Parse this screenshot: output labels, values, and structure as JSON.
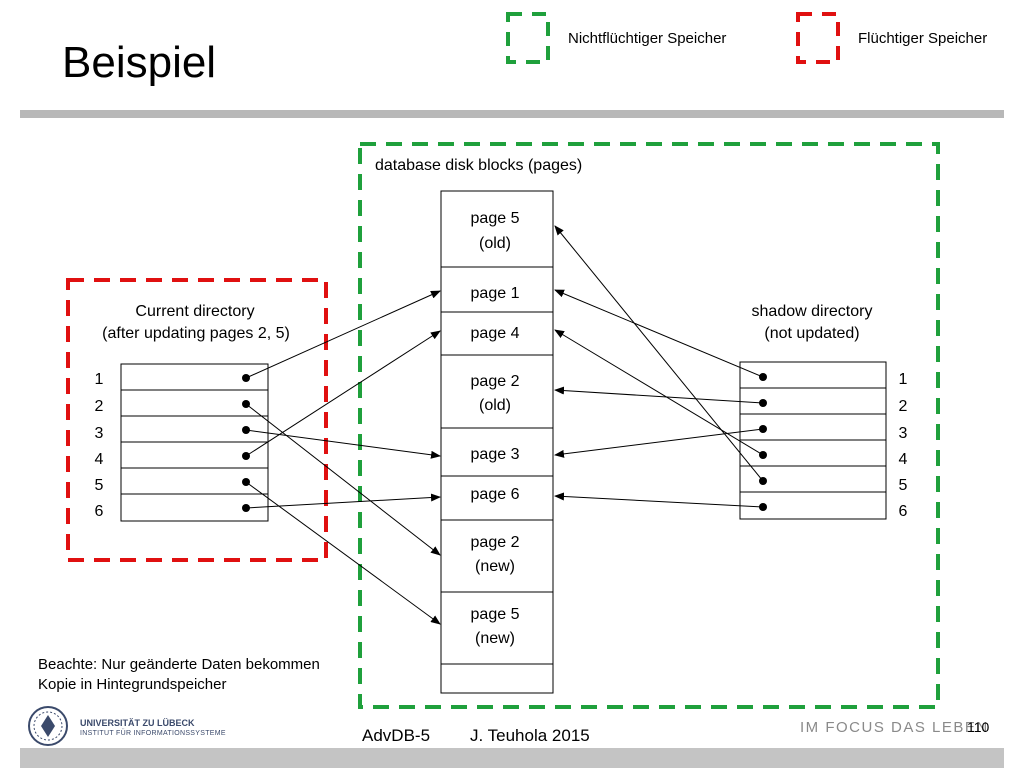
{
  "slide": {
    "title": "Beispiel",
    "legend": {
      "nonvolatile_label": "Nichtflüchtiger Speicher",
      "volatile_label": "Flüchtiger Speicher",
      "nonvolatile_color": "#1fa03c",
      "volatile_color": "#e01010"
    },
    "note_line1": "Beachte: Nur geänderte Daten bekommen",
    "note_line2": "Kopie in Hintegrundspeicher",
    "footer": {
      "course": "AdvDB-5",
      "author": "J. Teuhola 2015",
      "slogan": "IM FOCUS DAS LEBEN",
      "page_number": "110",
      "university": "UNIVERSITÄT ZU LÜBECK",
      "institute": "INSTITUT FÜR INFORMATIONSSYSTEME",
      "logo_icon": "university-seal-icon"
    }
  },
  "diagram": {
    "disk_label": "database disk blocks (pages)",
    "current_directory": {
      "title_line1": "Current directory",
      "title_line2": "(after updating pages 2, 5)",
      "row_numbers": [
        "1",
        "2",
        "3",
        "4",
        "5",
        "6"
      ]
    },
    "shadow_directory": {
      "title_line1": "shadow directory",
      "title_line2": "(not updated)",
      "row_numbers": [
        "1",
        "2",
        "3",
        "4",
        "5",
        "6"
      ]
    },
    "pages": [
      {
        "line1": "page 5",
        "line2": "(old)"
      },
      {
        "line1": "page 1",
        "line2": ""
      },
      {
        "line1": "page 4",
        "line2": ""
      },
      {
        "line1": "page 2",
        "line2": "(old)"
      },
      {
        "line1": "page 3",
        "line2": ""
      },
      {
        "line1": "page 6",
        "line2": ""
      },
      {
        "line1": "page 2",
        "line2": "(new)"
      },
      {
        "line1": "page 5",
        "line2": "(new)"
      },
      {
        "line1": "",
        "line2": ""
      }
    ],
    "current_pointers": [
      {
        "entry": "1",
        "target": "page 1"
      },
      {
        "entry": "2",
        "target": "page 2 (new)"
      },
      {
        "entry": "3",
        "target": "page 3"
      },
      {
        "entry": "4",
        "target": "page 4"
      },
      {
        "entry": "5",
        "target": "page 5 (new)"
      },
      {
        "entry": "6",
        "target": "page 6"
      }
    ],
    "shadow_pointers": [
      {
        "entry": "1",
        "target": "page 1"
      },
      {
        "entry": "2",
        "target": "page 2 (old)"
      },
      {
        "entry": "3",
        "target": "page 3"
      },
      {
        "entry": "4",
        "target": "page 4"
      },
      {
        "entry": "5",
        "target": "page 5 (old)"
      },
      {
        "entry": "6",
        "target": "page 6"
      }
    ]
  }
}
